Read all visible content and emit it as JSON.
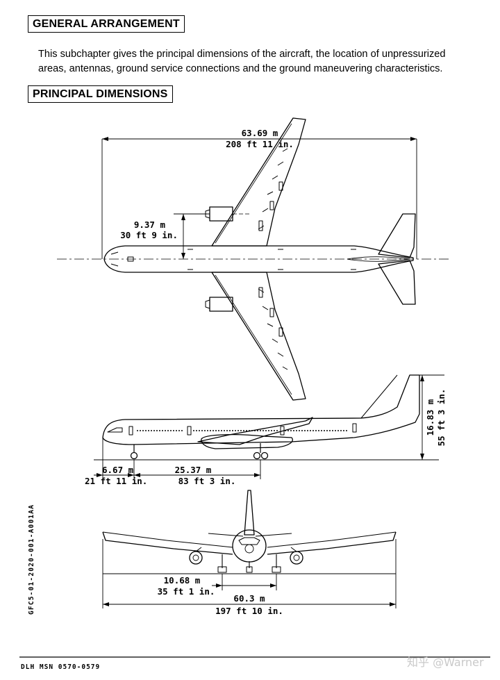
{
  "sections": {
    "general_arrangement": "GENERAL ARRANGEMENT",
    "principal_dimensions": "PRINCIPAL DIMENSIONS"
  },
  "intro": {
    "line1": "This subchapter gives the principal dimensions of the aircraft, the location of unpressurized",
    "line2": "areas, antennas, ground service connections and the ground maneuvering characteristics."
  },
  "dimensions": {
    "wingspan_m": "63.69 m",
    "wingspan_ft": "208 ft 11 in.",
    "engine_offset_m": "9.37 m",
    "engine_offset_ft": "30 ft 9 in.",
    "height_m": "16.83 m",
    "height_ft": "55 ft 3 in.",
    "nose_gear_m": "6.67 m",
    "nose_gear_ft": "21 ft 11 in.",
    "wheelbase_m": "25.37 m",
    "wheelbase_ft": "83 ft 3 in.",
    "track_m": "10.68 m",
    "track_ft": "35 ft 1 in.",
    "length_m": "60.3 m",
    "length_ft": "197 ft 10 in."
  },
  "doc_reference": "GFC5-01-2020-001-A001AA",
  "footer": "DLH MSN 0570-0579",
  "watermark": "知乎 @Warner"
}
